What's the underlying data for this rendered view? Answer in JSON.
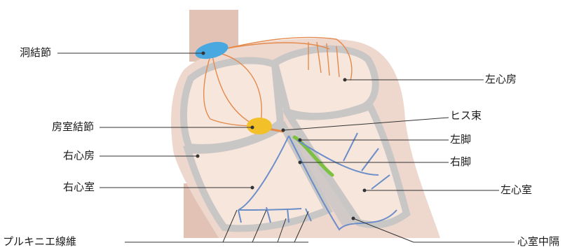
{
  "labels": {
    "sa_node": "洞結節",
    "av_node": "房室結節",
    "right_atrium": "右心房",
    "right_ventricle": "右心室",
    "purkinje": "プルキニエ線維",
    "left_atrium": "左心房",
    "his_bundle": "ヒス束",
    "left_bundle": "左脚",
    "right_bundle": "右脚",
    "left_ventricle": "左心室",
    "septum": "心室中隔"
  },
  "colors": {
    "vessel": "#e2c2b4",
    "heart_wall": "#eed7cc",
    "chamber": "#f7e6dc",
    "septum_gray": "#c9c6c6",
    "sa_node": "#4aa8e0",
    "av_node": "#f2c028",
    "conduction_atrial": "#e48a4c",
    "bundle_green": "#7cc142",
    "purkinje_blue": "#6b8ec9",
    "leader": "#333333"
  }
}
